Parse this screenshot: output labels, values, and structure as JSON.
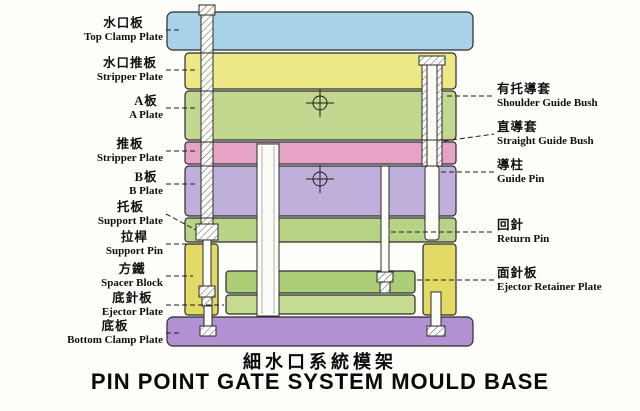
{
  "title": {
    "chinese": "細水口系統模架",
    "english": "PIN POINT GATE SYSTEM MOULD BASE"
  },
  "left_labels": [
    {
      "zh": "水口板",
      "en": "Top Clamp Plate"
    },
    {
      "zh": "水口推板",
      "en": "Stripper Plate"
    },
    {
      "zh": "A板",
      "en": "A Plate"
    },
    {
      "zh": "推板",
      "en": "Stripper Plate"
    },
    {
      "zh": "B板",
      "en": "B Plate"
    },
    {
      "zh": "托板",
      "en": "Support Plate"
    },
    {
      "zh": "拉桿",
      "en": "Support Pin"
    },
    {
      "zh": "方鐵",
      "en": "Spacer Block"
    },
    {
      "zh": "底針板",
      "en": "Ejector Plate"
    },
    {
      "zh": "底板",
      "en": "Bottom Clamp Plate"
    }
  ],
  "right_labels": [
    {
      "zh": "有托導套",
      "en": "Shoulder Guide Bush"
    },
    {
      "zh": "直導套",
      "en": "Straight Guide Bush"
    },
    {
      "zh": "導柱",
      "en": "Guide Pin"
    },
    {
      "zh": "回針",
      "en": "Return Pin"
    },
    {
      "zh": "面針板",
      "en": "Ejector Retainer Plate"
    }
  ],
  "colors": {
    "top_clamp_plate": "#a8d2e8",
    "stripper_plate_top": "#ece886",
    "a_plate": "#c2d88e",
    "stripper_plate_mid": "#e6a3c6",
    "b_plate": "#bfb0db",
    "support_plate": "#b9d386",
    "spacer_block": "#e3da66",
    "ejector_retainer_plate": "#abce76",
    "ejector_plate": "#c6db92",
    "bottom_clamp_plate": "#b191d1",
    "outline": "#2b2b2b",
    "metal": "#fcfcf8"
  }
}
